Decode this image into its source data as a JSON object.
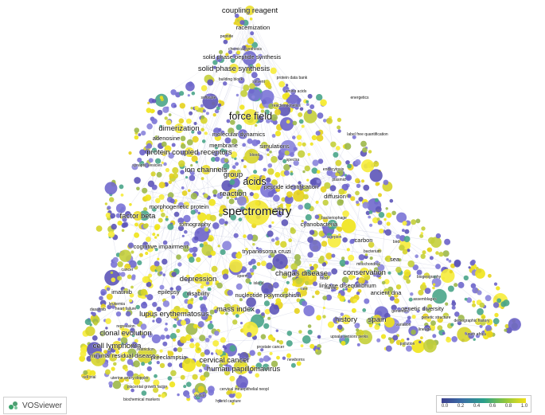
{
  "logo": {
    "text": "VOSviewer",
    "icon": "vosviewer-logo-icon"
  },
  "legend": {
    "ticks": [
      "0.0",
      "0.2",
      "0.4",
      "0.6",
      "0.8",
      "1.0"
    ],
    "colors": [
      "#3b3f8f",
      "#3a6ea5",
      "#2aa08a",
      "#8cc63f",
      "#f2e01b"
    ]
  },
  "labels": [
    {
      "text": "coupling reagent",
      "size": "m"
    },
    {
      "text": "racemization",
      "size": "s"
    },
    {
      "text": "peptide",
      "size": "xs"
    },
    {
      "text": "chemical synthesis",
      "size": "xs"
    },
    {
      "text": "solid phase peptide synthesis",
      "size": "s"
    },
    {
      "text": "solid phase synthesis",
      "size": "m"
    },
    {
      "text": "building block",
      "size": "xs"
    },
    {
      "text": "solvent",
      "size": "xs"
    },
    {
      "text": "protein data bank",
      "size": "xs"
    },
    {
      "text": "software",
      "size": "xs"
    },
    {
      "text": "amino acids",
      "size": "xs"
    },
    {
      "text": "energetics",
      "size": "xs"
    },
    {
      "text": "reaction kinetics",
      "size": "xs"
    },
    {
      "text": "force field",
      "size": "l"
    },
    {
      "text": "dimerization",
      "size": "m"
    },
    {
      "text": "adenosine",
      "size": "s"
    },
    {
      "text": "molecular dynamics",
      "size": "s"
    },
    {
      "text": "membrane",
      "size": "s"
    },
    {
      "text": "simulations",
      "size": "s"
    },
    {
      "text": "label free quantification",
      "size": "xs"
    },
    {
      "text": "protein coupled receptors",
      "size": "m"
    },
    {
      "text": "ion channels",
      "size": "m"
    },
    {
      "text": "group",
      "size": "m"
    },
    {
      "text": "acids",
      "size": "l"
    },
    {
      "text": "reaction",
      "size": "m"
    },
    {
      "text": "peptide identification",
      "size": "s"
    },
    {
      "text": "spectrometry",
      "size": "xl"
    },
    {
      "text": "factor beta",
      "size": "m"
    },
    {
      "text": "tomography",
      "size": "s"
    },
    {
      "text": "morphogenetic protein",
      "size": "s"
    },
    {
      "text": "cyanobacteria",
      "size": "s"
    },
    {
      "text": "bacteriophage",
      "size": "xs"
    },
    {
      "text": "carbon",
      "size": "s"
    },
    {
      "text": "bacterium",
      "size": "xs"
    },
    {
      "text": "sea",
      "size": "s"
    },
    {
      "text": "cognitive impairment",
      "size": "s"
    },
    {
      "text": "chagas disease",
      "size": "m"
    },
    {
      "text": "trypanosoma cruzi",
      "size": "s"
    },
    {
      "text": "sperm",
      "size": "xs"
    },
    {
      "text": "island",
      "size": "xs"
    },
    {
      "text": "food",
      "size": "xs"
    },
    {
      "text": "conservation",
      "size": "m"
    },
    {
      "text": "depression",
      "size": "m"
    },
    {
      "text": "disability",
      "size": "s"
    },
    {
      "text": "epilepsy",
      "size": "s"
    },
    {
      "text": "nucleotide polymorphism",
      "size": "s"
    },
    {
      "text": "ancient dna",
      "size": "s"
    },
    {
      "text": "genetic diversity",
      "size": "s"
    },
    {
      "text": "mass index",
      "size": "m"
    },
    {
      "text": "lupus erythematosus",
      "size": "m"
    },
    {
      "text": "history",
      "size": "m"
    },
    {
      "text": "spain",
      "size": "m"
    },
    {
      "text": "genetic structure",
      "size": "xs"
    },
    {
      "text": "demographic history",
      "size": "xs"
    },
    {
      "text": "cell lymphoma",
      "size": "m"
    },
    {
      "text": "clonal evolution",
      "size": "m"
    },
    {
      "text": "minimal residual disease",
      "size": "s"
    },
    {
      "text": "preeclampsia",
      "size": "s"
    },
    {
      "text": "cervical cancer",
      "size": "m"
    },
    {
      "text": "human papillomavirus",
      "size": "m"
    },
    {
      "text": "uterine artery doppler",
      "size": "xs"
    },
    {
      "text": "placental growth factor",
      "size": "xs"
    },
    {
      "text": "cervical intraepithelial neopl",
      "size": "xs"
    },
    {
      "text": "biochemical markers",
      "size": "xs"
    },
    {
      "text": "vulvar",
      "size": "xs"
    },
    {
      "text": "hybrid capture",
      "size": "xs"
    },
    {
      "text": "imatinib",
      "size": "s"
    },
    {
      "text": "regression",
      "size": "xs"
    },
    {
      "text": "restriction",
      "size": "xs"
    },
    {
      "text": "newborns",
      "size": "xs"
    },
    {
      "text": "prostate cancer",
      "size": "xs"
    },
    {
      "text": "upsala sensors perks",
      "size": "xs"
    },
    {
      "text": "south africa",
      "size": "xs"
    },
    {
      "text": "pollution",
      "size": "xs"
    },
    {
      "text": "biogeography",
      "size": "xs"
    },
    {
      "text": "linkage disequilibrium",
      "size": "s"
    },
    {
      "text": "genomics",
      "size": "xs"
    },
    {
      "text": "rare",
      "size": "xs"
    },
    {
      "text": "scorpion",
      "size": "xs"
    },
    {
      "text": "cells",
      "size": "xs"
    },
    {
      "text": "spectra",
      "size": "xs"
    },
    {
      "text": "diffusion",
      "size": "s"
    },
    {
      "text": "plasmid",
      "size": "xs"
    },
    {
      "text": "marine",
      "size": "xs"
    },
    {
      "text": "endocytosis",
      "size": "xs"
    },
    {
      "text": "synaptic vesicles",
      "size": "xs"
    },
    {
      "text": "heart failure",
      "size": "xs"
    },
    {
      "text": "cancer",
      "size": "xs"
    },
    {
      "text": "cell trial",
      "size": "xs"
    },
    {
      "text": "leukemia",
      "size": "xs"
    },
    {
      "text": "dasatinib",
      "size": "xs"
    },
    {
      "text": "blood",
      "size": "xs"
    },
    {
      "text": "mitochondrial",
      "size": "xs"
    },
    {
      "text": "assemblages",
      "size": "xs"
    },
    {
      "text": "lineage",
      "size": "xs"
    },
    {
      "text": "variation",
      "size": "xs"
    },
    {
      "text": "bird",
      "size": "xs"
    }
  ]
}
